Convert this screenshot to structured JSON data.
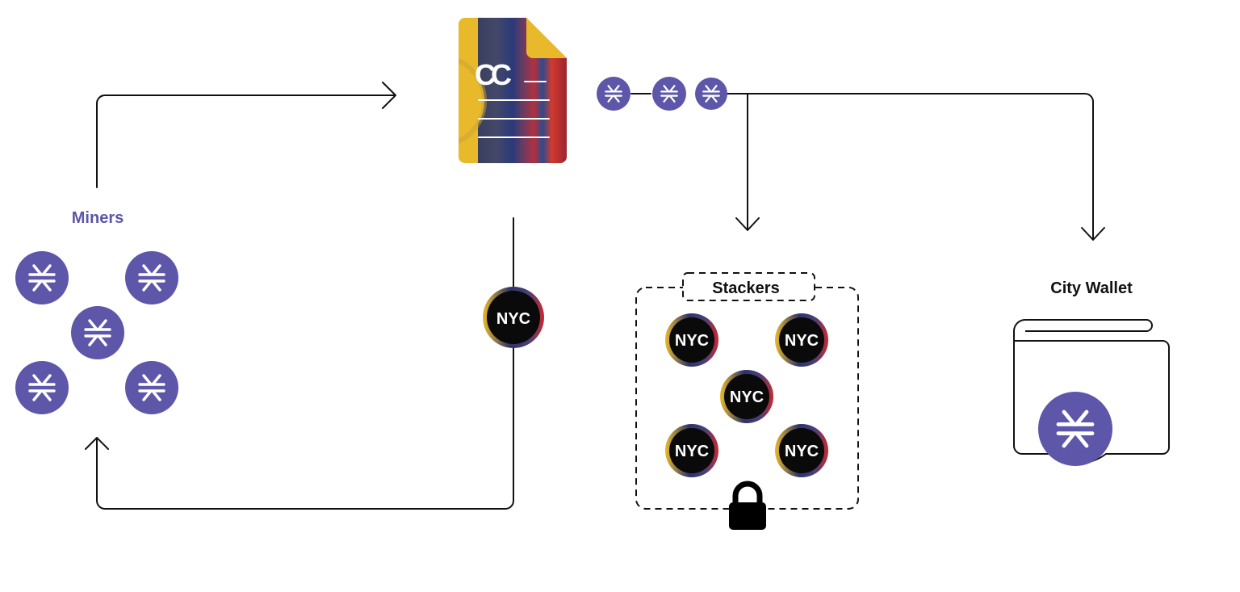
{
  "labels": {
    "miners": "Miners",
    "stackers": "Stackers",
    "city_wallet": "City Wallet"
  },
  "contract": {
    "logo_text": "CC"
  },
  "coin": {
    "token_text": "NYC"
  },
  "colors": {
    "stx_purple": "#5d56a9",
    "miners_label": "#5d56a9",
    "text_dark": "#111111",
    "line": "#111111",
    "nyc_black": "#0a0a0a",
    "ring_yellow": "#e8b92a",
    "ring_red": "#c8282f",
    "ring_navy": "#2e3468",
    "contract_yellow": "#e9b92c"
  },
  "icons": {
    "stx": "stacks-icon",
    "lock": "lock-icon",
    "contract": "contract-document-icon",
    "wallet": "wallet-icon"
  }
}
